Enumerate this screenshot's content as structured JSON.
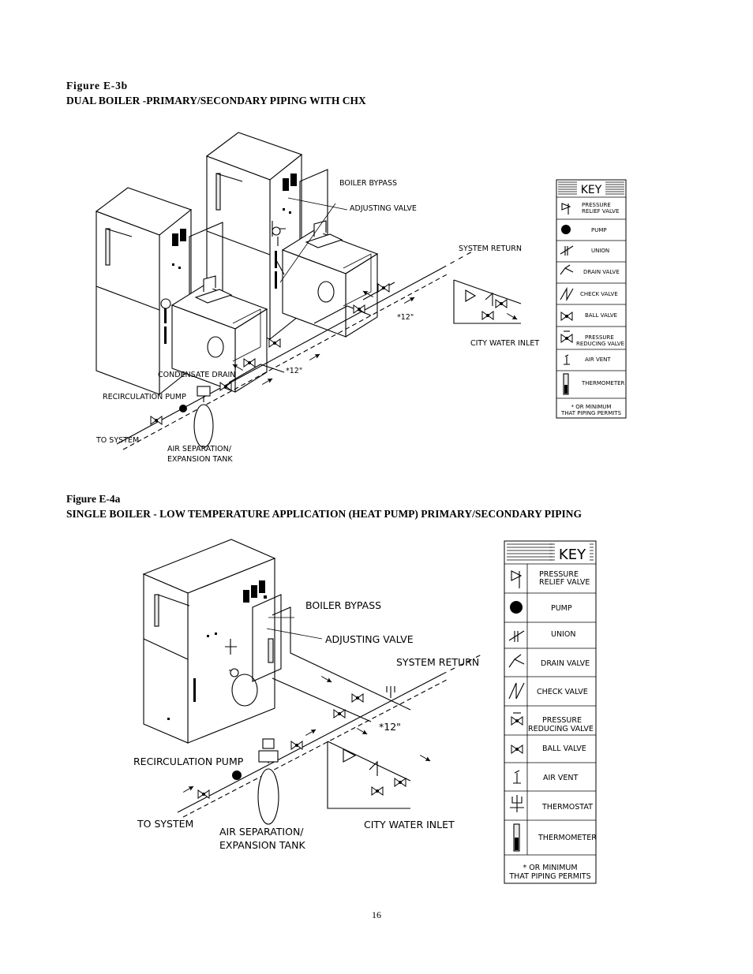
{
  "page_number": "16",
  "figure1": {
    "number": "Figure E-3b",
    "title": "DUAL BOILER -PRIMARY/SECONDARY PIPING WITH CHX",
    "labels": {
      "boiler_bypass": "BOILER BYPASS",
      "adjusting_valve": "ADJUSTING VALVE",
      "system_return": "SYSTEM RETURN",
      "dim_12_a": "*12\"",
      "dim_12_b": "*12\"",
      "city_water_inlet": "CITY WATER INLET",
      "condensate_drain": "CONDENSATE DRAIN",
      "recirculation_pump": "RECIRCULATION PUMP",
      "to_system": "TO SYSTEM",
      "air_separation_1": "AIR SEPARATION/",
      "air_separation_2": "EXPANSION TANK"
    },
    "key": {
      "title": "KEY",
      "items": [
        {
          "icon": "pressure-relief-valve-icon",
          "label1": "PRESSURE",
          "label2": "RELIEF VALVE"
        },
        {
          "icon": "pump-icon",
          "label1": "PUMP",
          "label2": ""
        },
        {
          "icon": "union-icon",
          "label1": "UNION",
          "label2": ""
        },
        {
          "icon": "drain-valve-icon",
          "label1": "DRAIN VALVE",
          "label2": ""
        },
        {
          "icon": "check-valve-icon",
          "label1": "CHECK VALVE",
          "label2": ""
        },
        {
          "icon": "ball-valve-icon",
          "label1": "BALL VALVE",
          "label2": ""
        },
        {
          "icon": "pressure-reducing-valve-icon",
          "label1": "PRESSURE",
          "label2": "REDUCING VALVE"
        },
        {
          "icon": "air-vent-icon",
          "label1": "AIR VENT",
          "label2": ""
        },
        {
          "icon": "thermometer-icon",
          "label1": "THERMOMETER",
          "label2": ""
        }
      ],
      "footnote1": "* OR MINIMUM",
      "footnote2": "THAT PIPING PERMITS"
    }
  },
  "figure2": {
    "number": "Figure E-4a",
    "title": "SINGLE BOILER - LOW TEMPERATURE APPLICATION (HEAT PUMP) PRIMARY/SECONDARY PIPING",
    "labels": {
      "boiler_bypass": "BOILER BYPASS",
      "adjusting_valve": "ADJUSTING VALVE",
      "system_return": "SYSTEM RETURN",
      "dim_12": "*12\"",
      "recirculation_pump": "RECIRCULATION PUMP",
      "to_system": "TO SYSTEM",
      "air_separation_1": "AIR SEPARATION/",
      "air_separation_2": "EXPANSION TANK",
      "city_water_inlet": "CITY WATER INLET"
    },
    "key": {
      "title": "KEY",
      "items": [
        {
          "icon": "pressure-relief-valve-icon",
          "label1": "PRESSURE",
          "label2": "RELIEF VALVE"
        },
        {
          "icon": "pump-icon",
          "label1": "PUMP",
          "label2": ""
        },
        {
          "icon": "union-icon",
          "label1": "UNION",
          "label2": ""
        },
        {
          "icon": "drain-valve-icon",
          "label1": "DRAIN VALVE",
          "label2": ""
        },
        {
          "icon": "check-valve-icon",
          "label1": "CHECK VALVE",
          "label2": ""
        },
        {
          "icon": "pressure-reducing-valve-icon",
          "label1": "PRESSURE",
          "label2": "REDUCING VALVE"
        },
        {
          "icon": "ball-valve-icon",
          "label1": "BALL VALVE",
          "label2": ""
        },
        {
          "icon": "air-vent-icon",
          "label1": "AIR VENT",
          "label2": ""
        },
        {
          "icon": "thermostat-icon",
          "label1": "THERMOSTAT",
          "label2": ""
        },
        {
          "icon": "thermometer-icon",
          "label1": "THERMOMETER",
          "label2": ""
        }
      ],
      "footnote1": "* OR MINIMUM",
      "footnote2": "THAT PIPING PERMITS"
    }
  }
}
